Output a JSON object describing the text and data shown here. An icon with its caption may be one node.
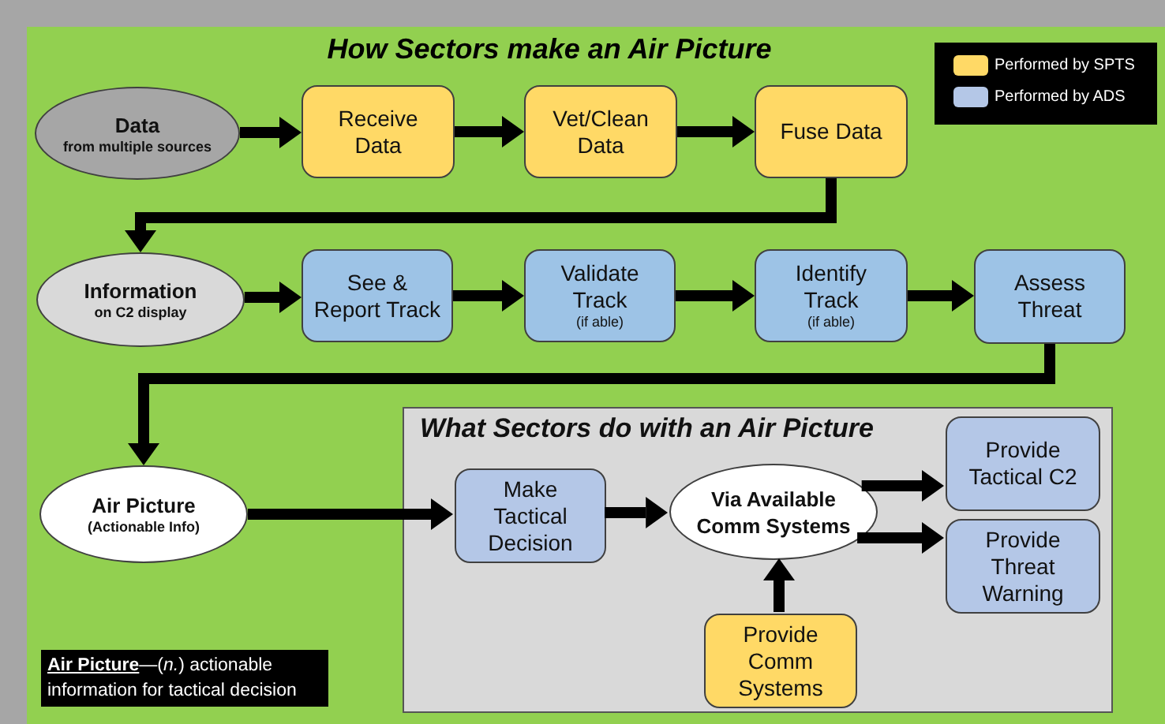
{
  "diagram": {
    "title": "How Sectors make an Air Picture",
    "nodes": [
      {
        "text": [
          "Data",
          "from multiple sources"
        ]
      },
      {
        "text": [
          "Receive Data"
        ]
      },
      {
        "text": [
          "Vet/Clean Data"
        ]
      },
      {
        "text": [
          "Fuse Data"
        ]
      },
      {
        "text": [
          "Information",
          "on C2 display"
        ]
      },
      {
        "text": [
          "See & Report Track"
        ]
      },
      {
        "text": [
          "Validate Track",
          "(if able)"
        ]
      },
      {
        "text": [
          "Identify Track",
          "(if able)"
        ]
      },
      {
        "text": [
          "Assess Threat"
        ]
      },
      {
        "text": [
          "Air Picture",
          "(Actionable Info)"
        ]
      },
      {
        "text": [
          "What Sectors do with an Air Picture"
        ]
      },
      {
        "text": [
          "Make Tactical Decision"
        ],
        "in": 10
      },
      {
        "text": [
          "Via Available Comm Systems"
        ],
        "in": 10
      },
      {
        "text": [
          "Provide Tactical C2"
        ],
        "in": 10
      },
      {
        "text": [
          "Provide Threat Warning"
        ],
        "in": 10
      },
      {
        "text": [
          "Provide Comm Systems"
        ],
        "in": 10
      }
    ],
    "edges": [
      {
        "from": 0,
        "to": 1,
        "arrow": "to"
      },
      {
        "from": 1,
        "to": 2,
        "arrow": "to"
      },
      {
        "from": 2,
        "to": 3,
        "arrow": "to"
      },
      {
        "from": 3,
        "to": 4,
        "arrow": "to"
      },
      {
        "from": 4,
        "to": 5,
        "arrow": "to"
      },
      {
        "from": 5,
        "to": 6,
        "arrow": "to"
      },
      {
        "from": 6,
        "to": 7,
        "arrow": "to"
      },
      {
        "from": 7,
        "to": 8,
        "arrow": "to"
      },
      {
        "from": 8,
        "to": 9,
        "arrow": "to"
      },
      {
        "from": 9,
        "to": 11,
        "arrow": "to"
      },
      {
        "from": 11,
        "to": 12,
        "arrow": "to"
      },
      {
        "from": 15,
        "to": 12,
        "arrow": "to"
      },
      {
        "from": 12,
        "to": 13,
        "arrow": "to"
      },
      {
        "from": 12,
        "to": 14,
        "arrow": "to"
      }
    ],
    "labels": [
      "**Air Picture**—(*n.*) actionable information for tactical decision"
    ],
    "legend": [
      {
        "text": "Performed by SPTS",
        "color": "#ffd966"
      },
      {
        "text": "Performed by ADS",
        "color": "#b4c7e7"
      }
    ]
  }
}
